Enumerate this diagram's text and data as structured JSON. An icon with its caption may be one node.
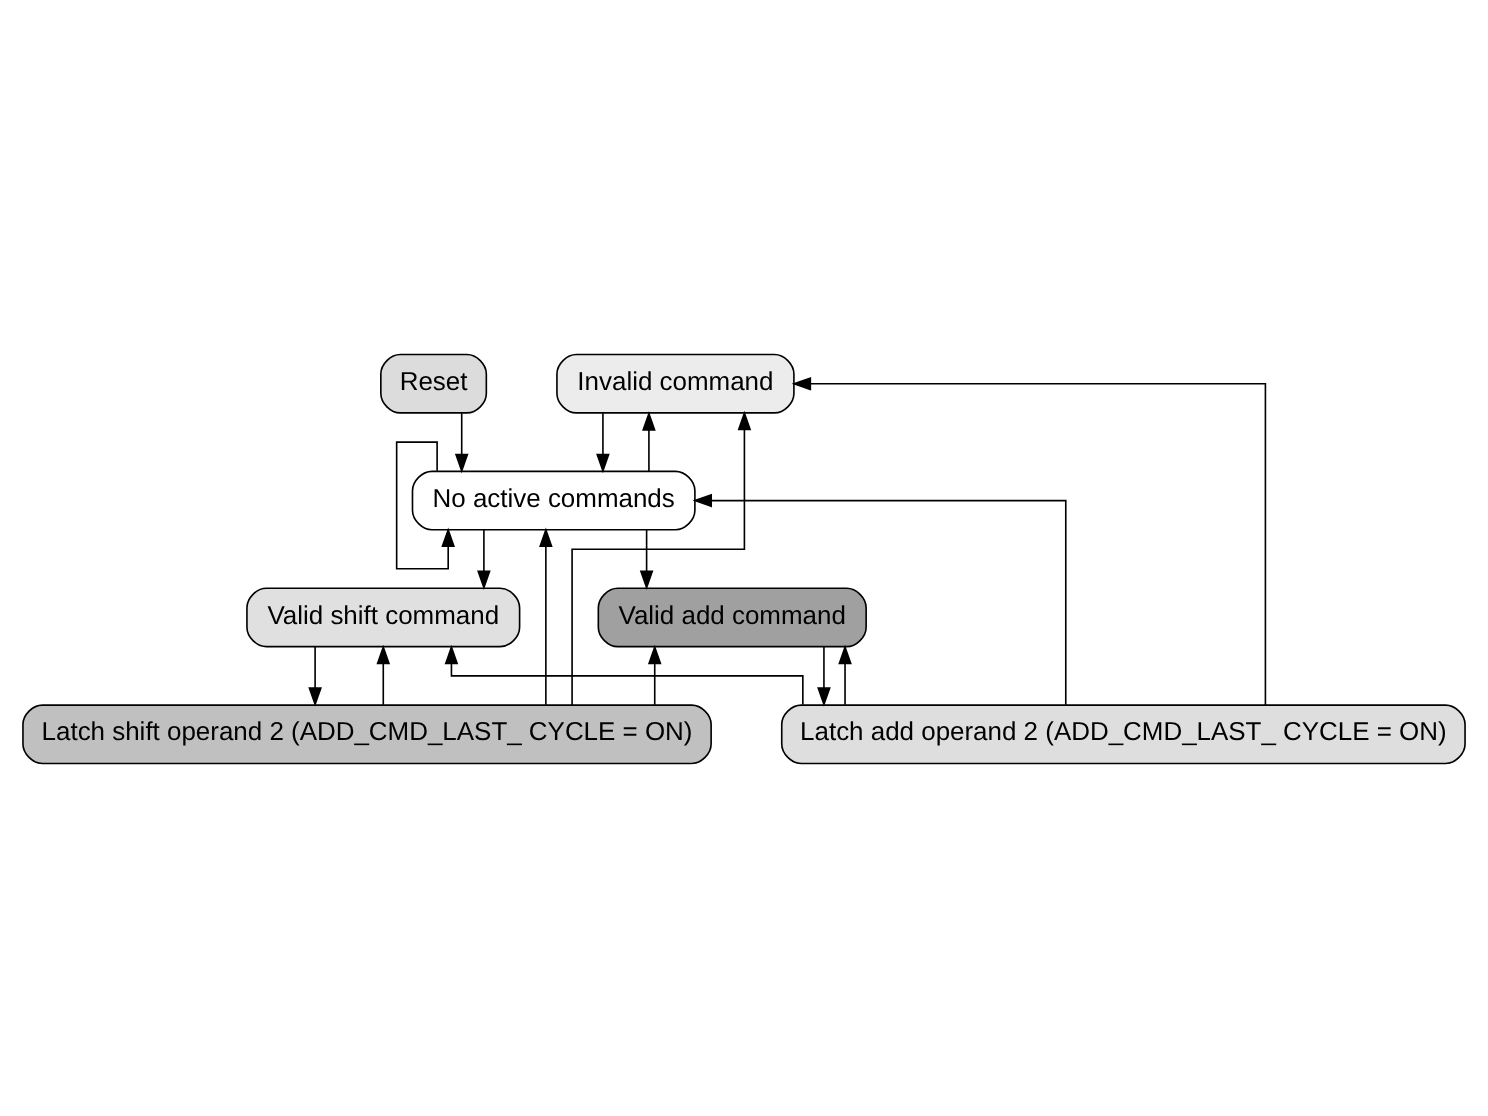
{
  "diagram": {
    "nodes": [
      {
        "text": [
          "Reset"
        ]
      },
      {
        "text": [
          "Invalid command"
        ]
      },
      {
        "text": [
          "No active commands"
        ]
      },
      {
        "text": [
          "Valid shift command"
        ]
      },
      {
        "text": [
          "Valid add command"
        ]
      },
      {
        "text": [
          "Latch shift operand 2 (ADD_CMD_LAST_ CYCLE = ON)"
        ]
      },
      {
        "text": [
          "Latch add operand 2 (ADD_CMD_LAST_ CYCLE = ON)"
        ]
      }
    ],
    "edges": [
      {
        "from": 0,
        "to": 2,
        "arrow": "to"
      },
      {
        "from": 2,
        "to": 2,
        "arrow": "to"
      },
      {
        "from": 1,
        "to": 2,
        "arrow": "to"
      },
      {
        "from": 2,
        "to": 1,
        "arrow": "to"
      },
      {
        "from": 2,
        "to": 3,
        "arrow": "to"
      },
      {
        "from": 2,
        "to": 4,
        "arrow": "to"
      },
      {
        "from": 3,
        "to": 5,
        "arrow": "to"
      },
      {
        "from": 5,
        "to": 3,
        "arrow": "to"
      },
      {
        "from": 5,
        "to": 1,
        "arrow": "to"
      },
      {
        "from": 5,
        "to": 2,
        "arrow": "to"
      },
      {
        "from": 5,
        "to": 4,
        "arrow": "to"
      },
      {
        "from": 4,
        "to": 6,
        "arrow": "to"
      },
      {
        "from": 6,
        "to": 4,
        "arrow": "to"
      },
      {
        "from": 6,
        "to": 2,
        "arrow": "to"
      },
      {
        "from": 6,
        "to": 1,
        "arrow": "to"
      },
      {
        "from": 6,
        "to": 3,
        "arrow": "to"
      }
    ]
  }
}
